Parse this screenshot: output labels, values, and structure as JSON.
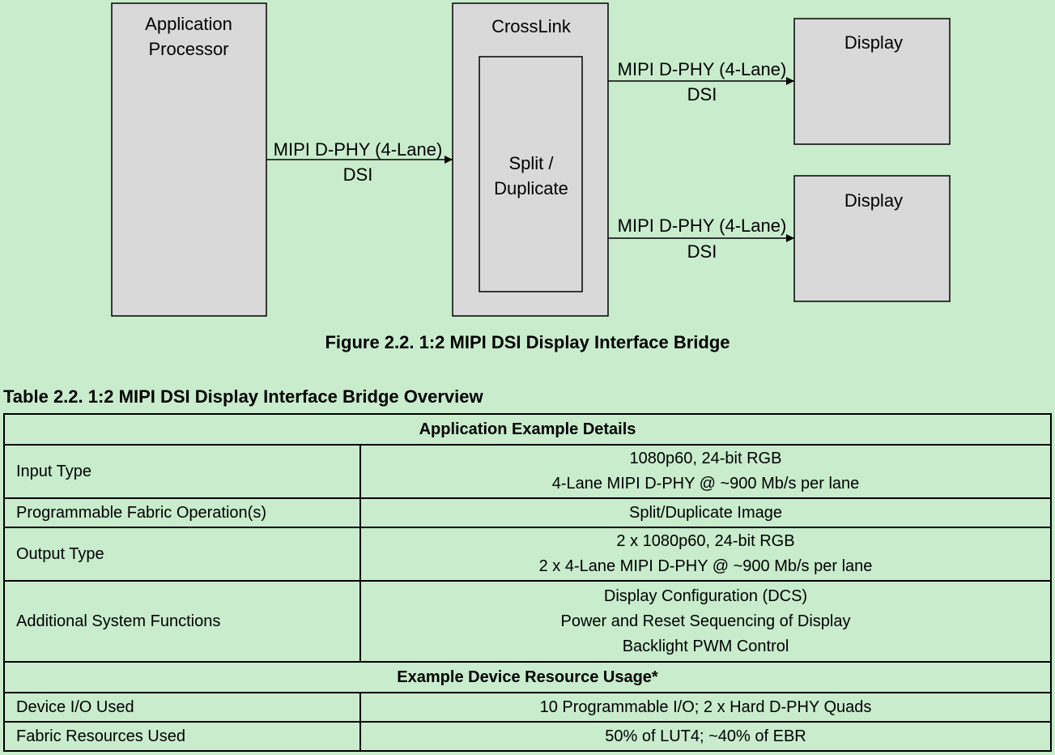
{
  "figure": {
    "blocks": {
      "app_processor": [
        "Application",
        "Processor"
      ],
      "crosslink": "CrossLink",
      "split": [
        "Split /",
        "Duplicate"
      ],
      "display_top": "Display",
      "display_bottom": "Display"
    },
    "links": {
      "input": {
        "line1": "MIPI D-PHY (4-Lane)",
        "line2": "DSI"
      },
      "output_top": {
        "line1": "MIPI D-PHY (4-Lane)",
        "line2": "DSI"
      },
      "output_bottom": {
        "line1": "MIPI D-PHY (4-Lane)",
        "line2": "DSI"
      }
    },
    "caption": "Figure 2.2. 1:2 MIPI DSI Display Interface Bridge"
  },
  "table": {
    "caption": "Table 2.2. 1:2 MIPI DSI Display Interface Bridge Overview",
    "section1_header": "Application Example Details",
    "rows_section1": [
      {
        "label": "Input Type",
        "values": [
          "1080p60, 24-bit RGB",
          "4-Lane MIPI D-PHY @ ~900 Mb/s per lane"
        ]
      },
      {
        "label": "Programmable Fabric Operation(s)",
        "values": [
          "Split/Duplicate Image"
        ]
      },
      {
        "label": "Output Type",
        "values": [
          "2 x 1080p60, 24-bit RGB",
          "2 x 4-Lane MIPI D-PHY @ ~900 Mb/s per lane"
        ]
      },
      {
        "label": "Additional System Functions",
        "values": [
          "Display Configuration (DCS)",
          "Power and Reset Sequencing of Display",
          "Backlight PWM Control"
        ]
      }
    ],
    "section2_header": "Example Device Resource Usage*",
    "rows_section2": [
      {
        "label": "Device I/O Used",
        "values": [
          "10 Programmable I/O; 2 x Hard D-PHY Quads"
        ]
      },
      {
        "label": "Fabric Resources Used",
        "values": [
          "50% of LUT4; ~40% of EBR"
        ]
      }
    ]
  },
  "colors": {
    "page_background": "#c8eccc",
    "block_fill": "#d9d9d9",
    "stroke": "#000000"
  }
}
